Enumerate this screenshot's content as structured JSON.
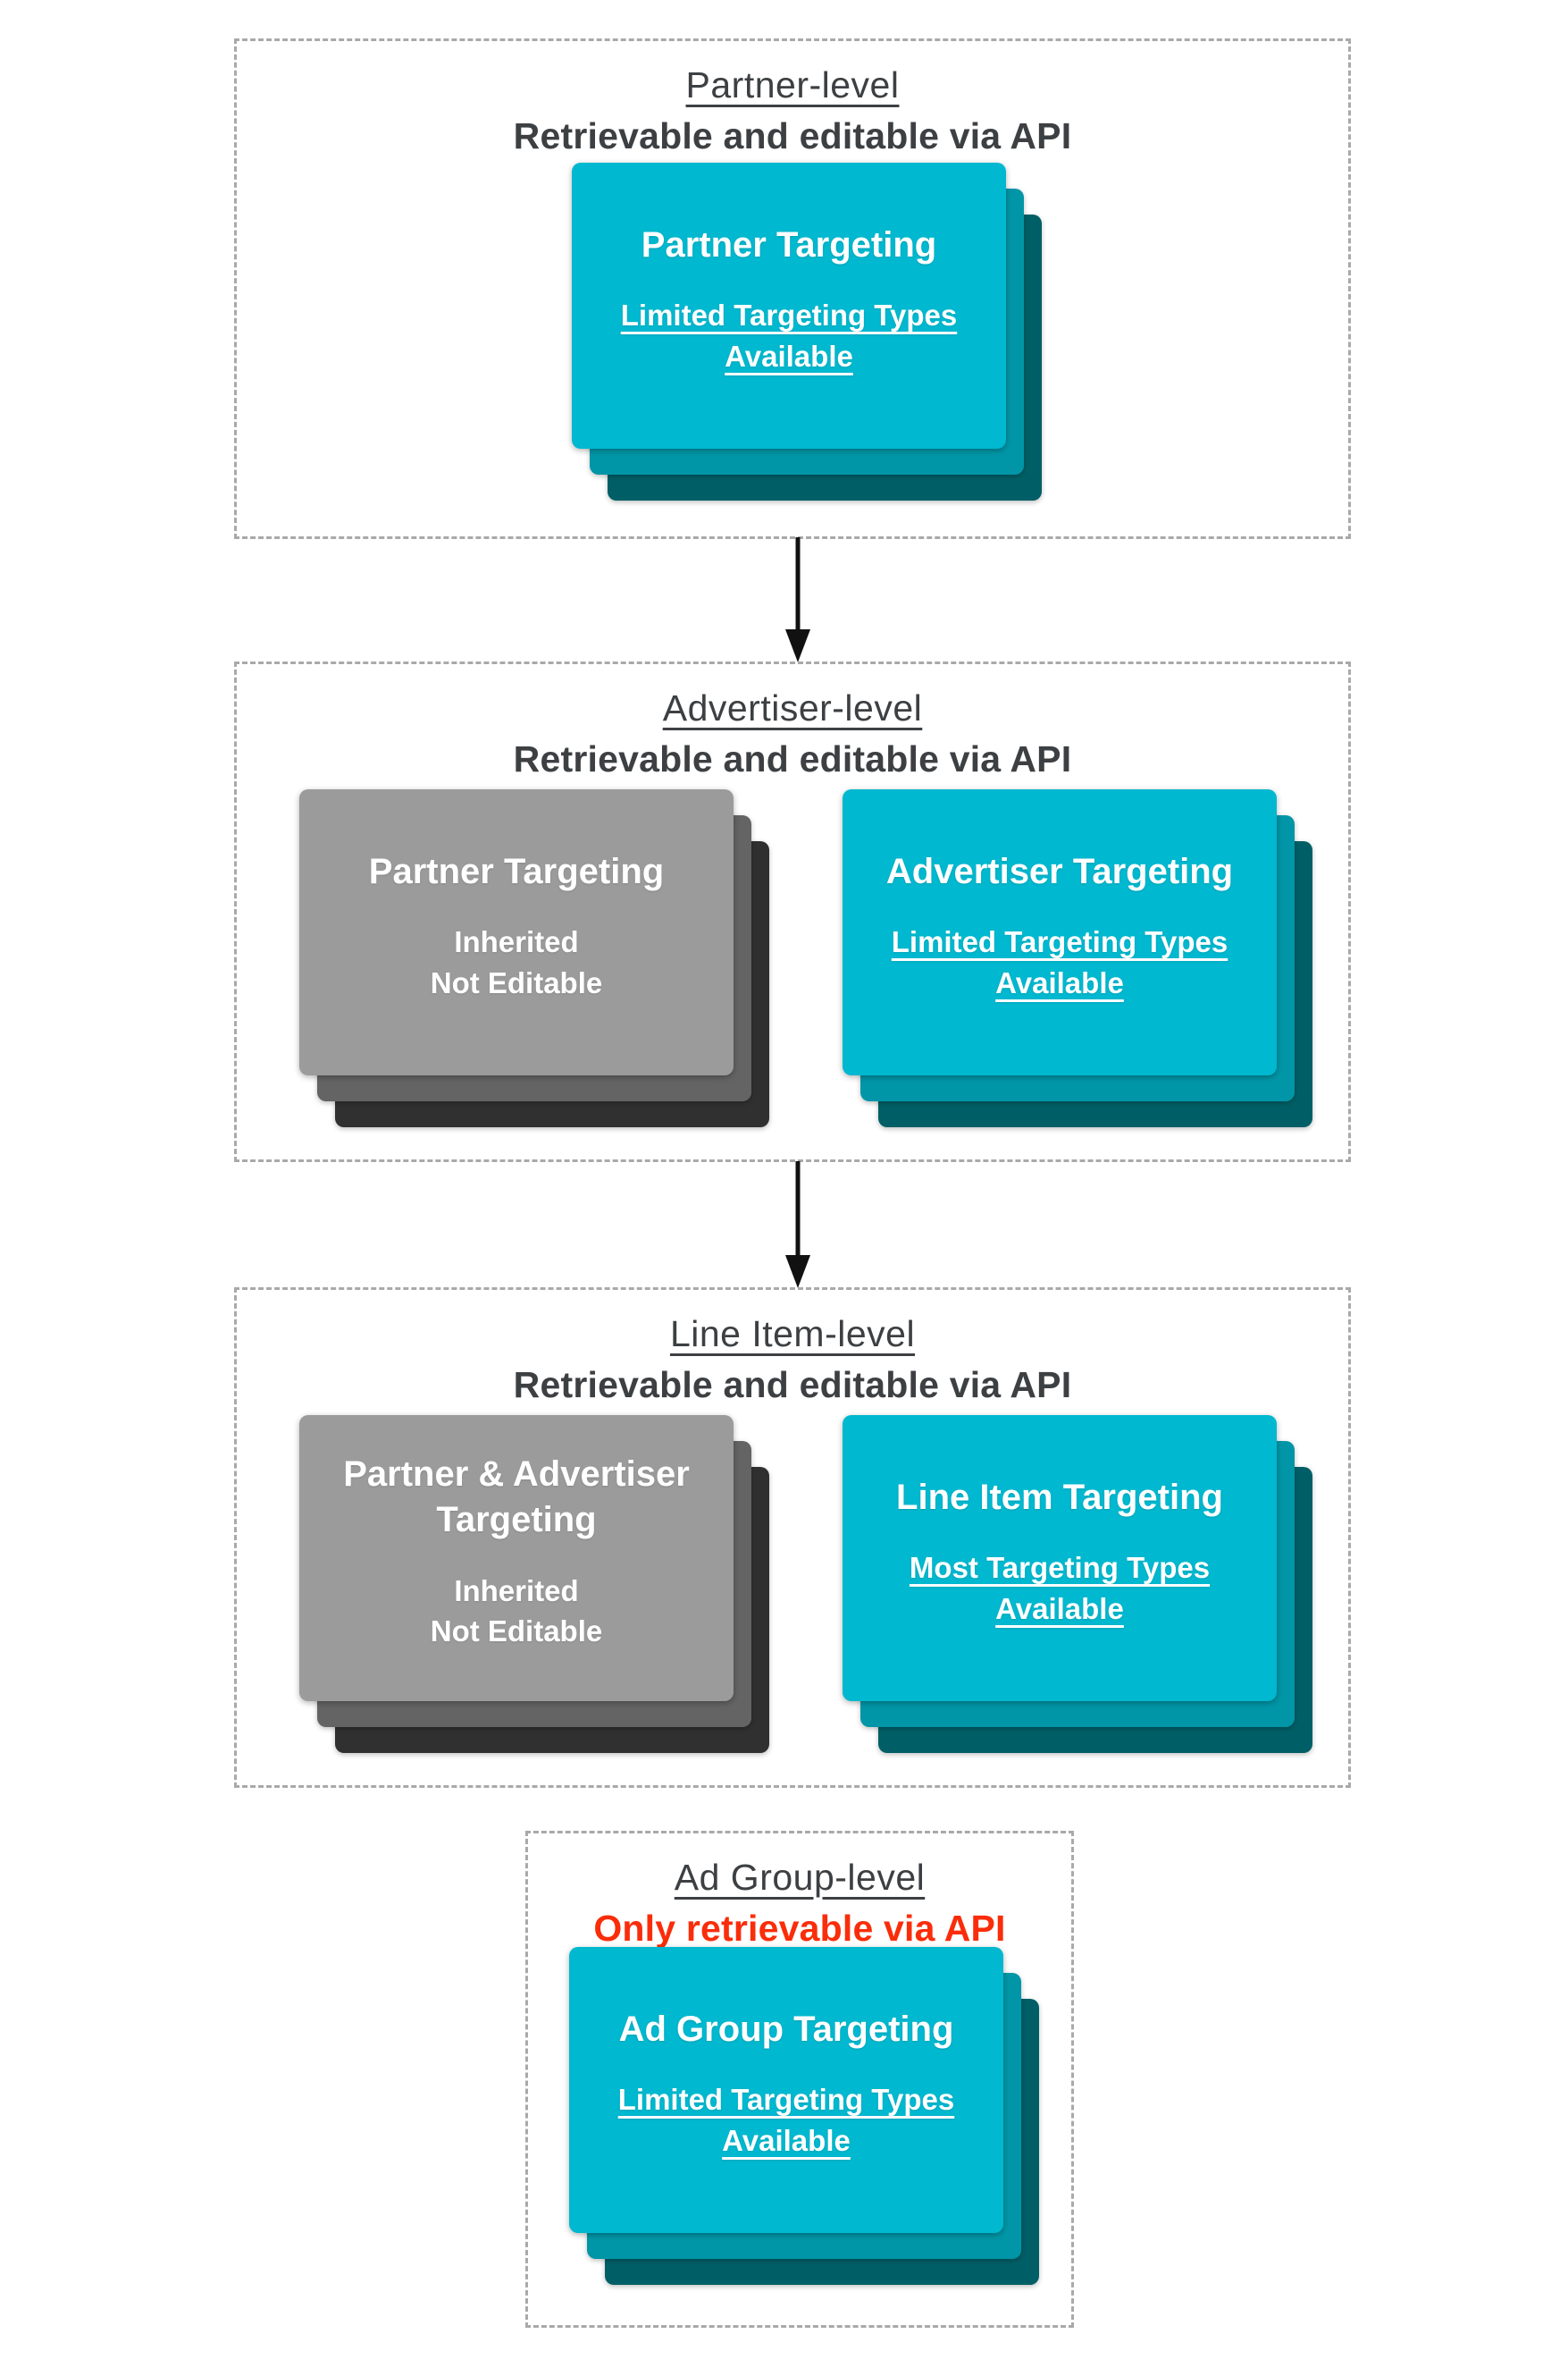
{
  "palette": {
    "cyan-front": "#00b8cf",
    "cyan-mid": "#0096a7",
    "teal-dark": "#005f66",
    "gray-front": "#9b9b9b",
    "gray-mid": "#646464",
    "gray-dark": "#303030",
    "ink": "#3d4043",
    "red": "#fa2d0a",
    "border": "#a9a9a9",
    "arrow": "#111111"
  },
  "sections": [
    {
      "title": "Partner-level",
      "subtitle": "Retrievable and editable via API",
      "cards": [
        {
          "variant": "cyan",
          "title_lines": [
            "Partner Targeting"
          ],
          "sub_lines": [
            "Limited Targeting Types",
            "Available"
          ]
        }
      ]
    },
    {
      "title": "Advertiser-level",
      "subtitle": "Retrievable and editable via API",
      "cards": [
        {
          "variant": "gray",
          "title_lines": [
            "Partner Targeting"
          ],
          "sub_lines": [
            "Inherited",
            "Not Editable"
          ]
        },
        {
          "variant": "cyan",
          "title_lines": [
            "Advertiser Targeting"
          ],
          "sub_lines": [
            "Limited Targeting Types",
            "Available"
          ]
        }
      ]
    },
    {
      "title": "Line Item-level",
      "subtitle": "Retrievable and editable via API",
      "cards": [
        {
          "variant": "gray",
          "title_lines": [
            "Partner & Advertiser",
            "Targeting"
          ],
          "sub_lines": [
            "Inherited",
            "Not Editable"
          ]
        },
        {
          "variant": "cyan",
          "title_lines": [
            "Line Item Targeting"
          ],
          "sub_lines": [
            "Most Targeting Types",
            "Available"
          ]
        }
      ]
    },
    {
      "title": "Ad Group-level",
      "subtitle": "Only retrievable via API",
      "cards": [
        {
          "variant": "cyan",
          "title_lines": [
            "Ad Group Targeting"
          ],
          "sub_lines": [
            "Limited Targeting Types",
            "Available"
          ]
        }
      ]
    }
  ]
}
